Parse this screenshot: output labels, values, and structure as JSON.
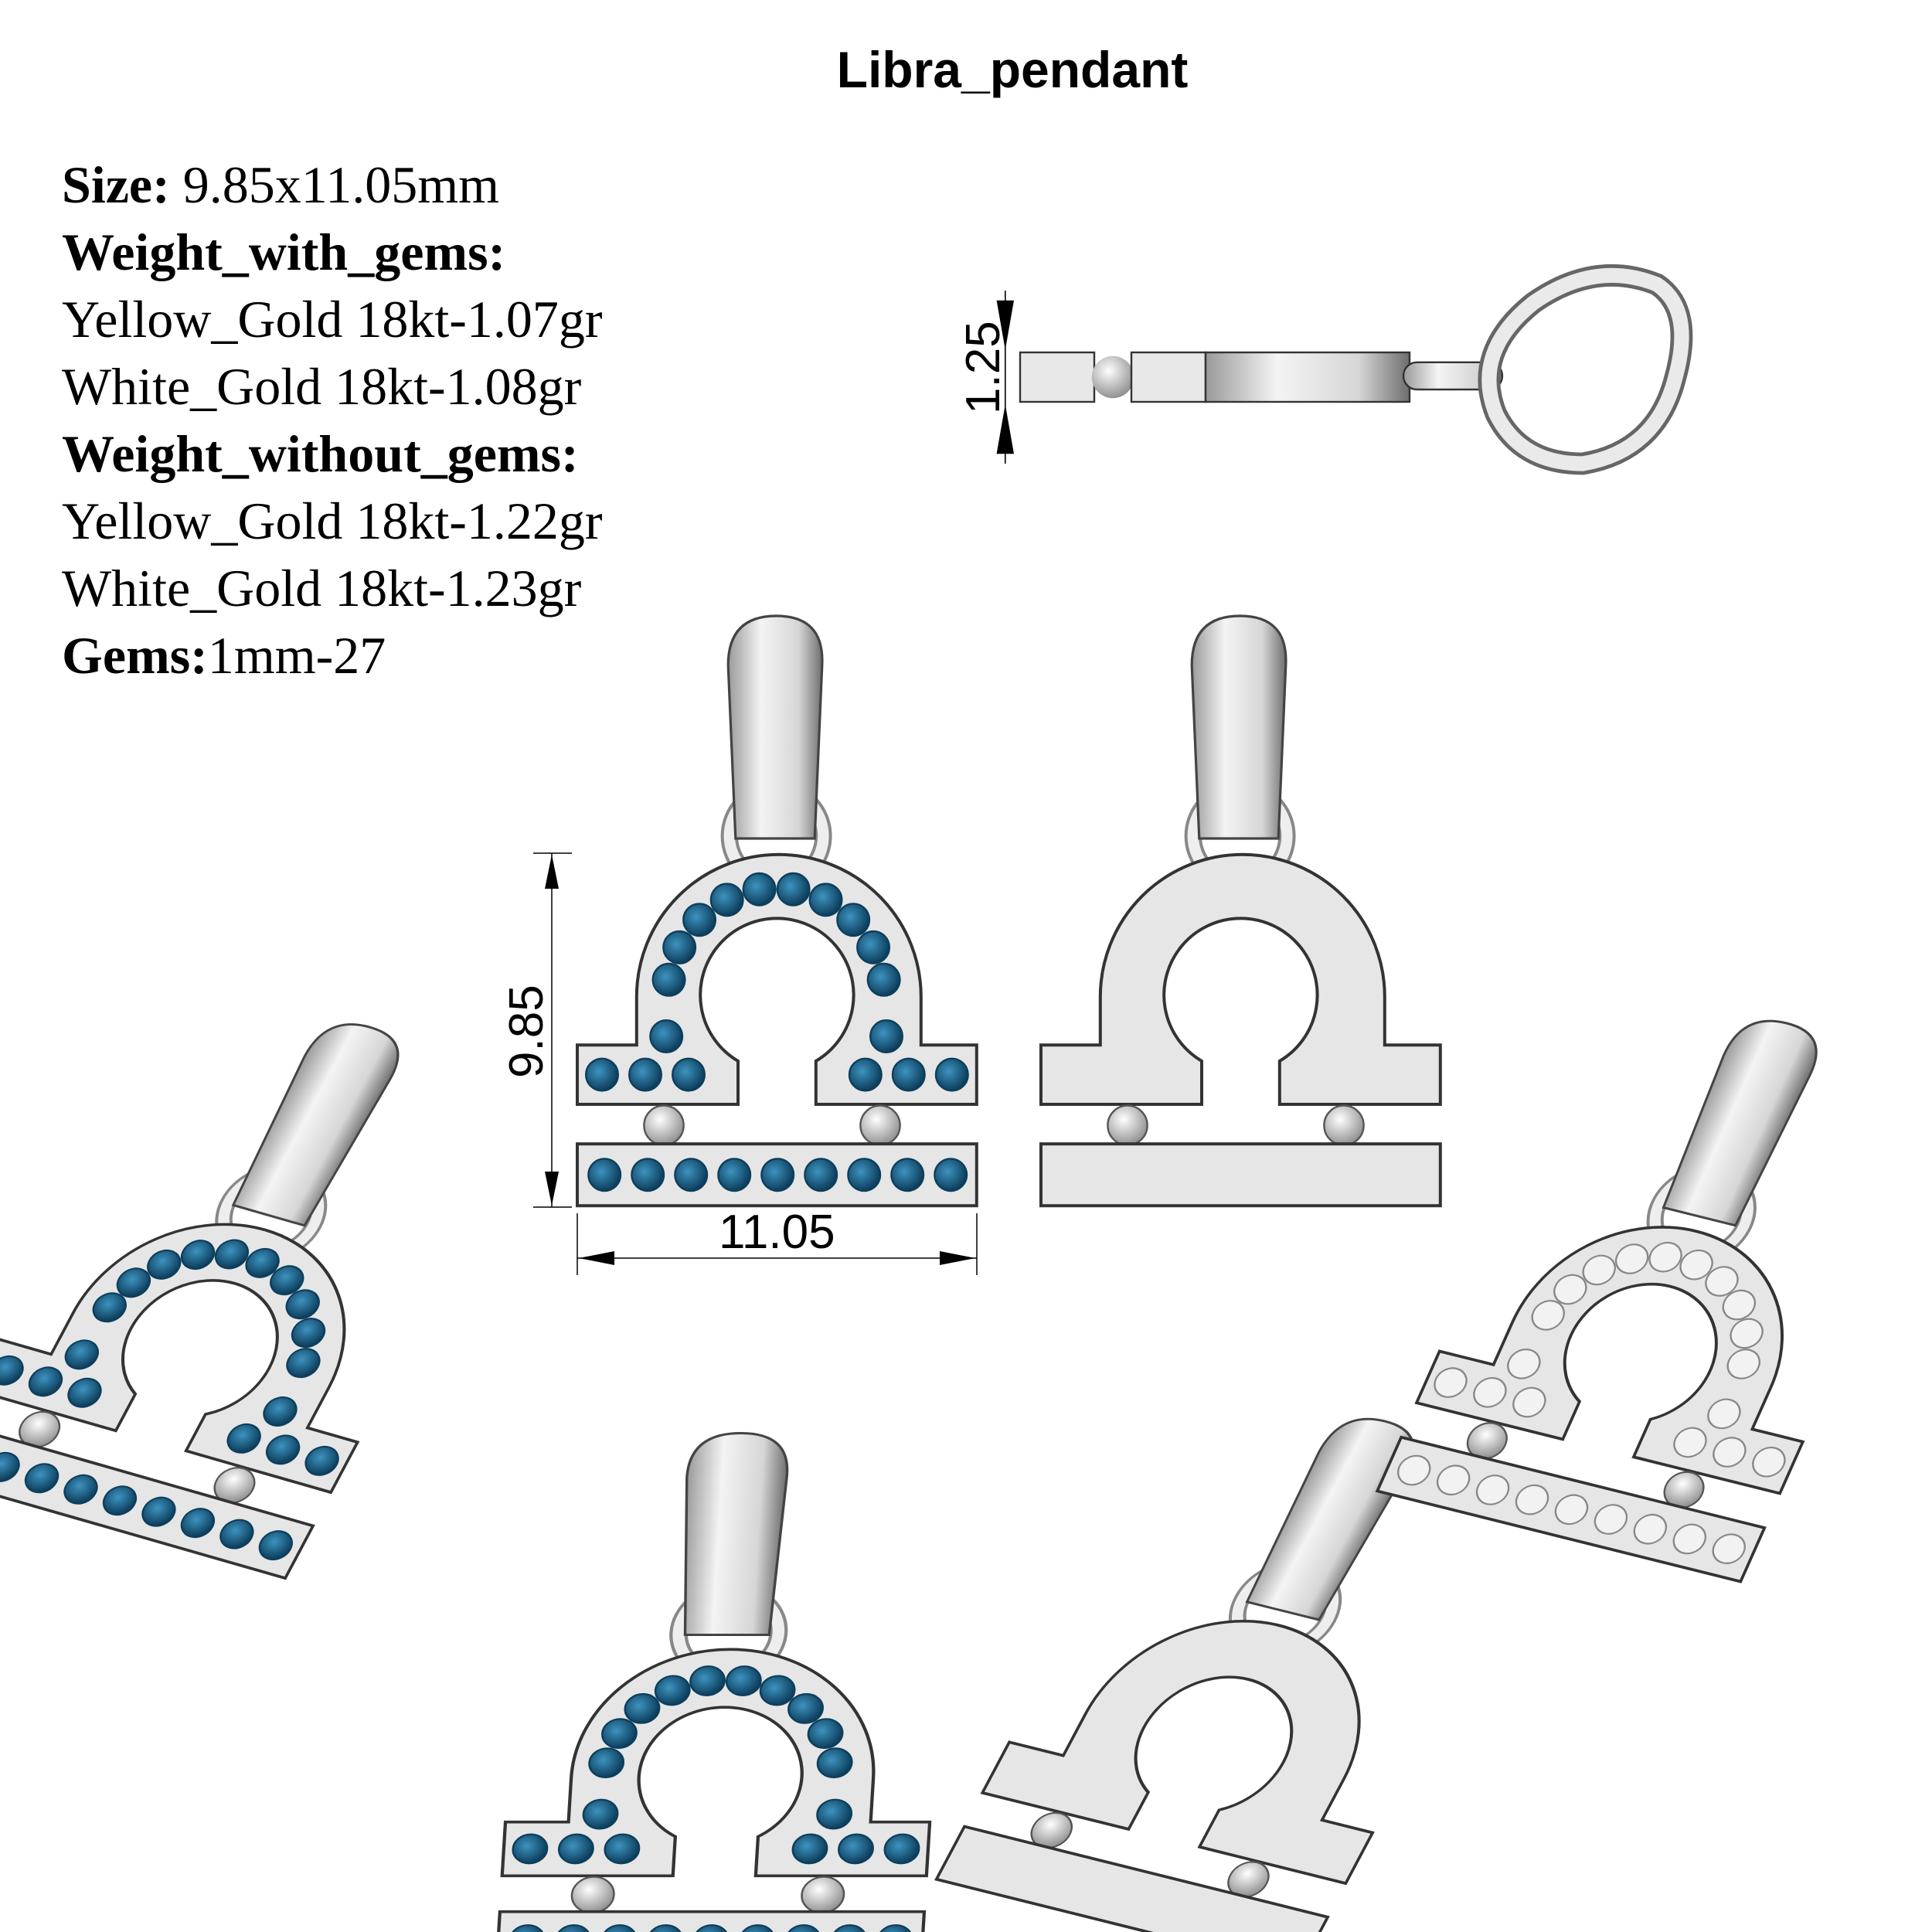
{
  "title": "Libra_pendant",
  "specs": {
    "size_label": "Size:",
    "size_value": " 9.85x11.05mm",
    "weight_with_gems_label": "Weight_with_gems:",
    "with_gems": [
      "Yellow_Gold 18kt-1.07gr",
      "White_Gold 18kt-1.08gr"
    ],
    "weight_without_gems_label": "Weight_without_gems:",
    "without_gems": [
      "Yellow_Gold 18kt-1.22gr",
      "White_Gold 18kt-1.23gr"
    ],
    "gems_label": "Gems:",
    "gems_value": "1mm-27"
  },
  "dimensions": {
    "thickness": "1.25",
    "height": "9.85",
    "width": "11.05"
  },
  "colors": {
    "metal": "#e4e4e4",
    "metal_edge": "#555555",
    "gem": "#1f6f9a",
    "gem_dark": "#0d3e5c"
  }
}
